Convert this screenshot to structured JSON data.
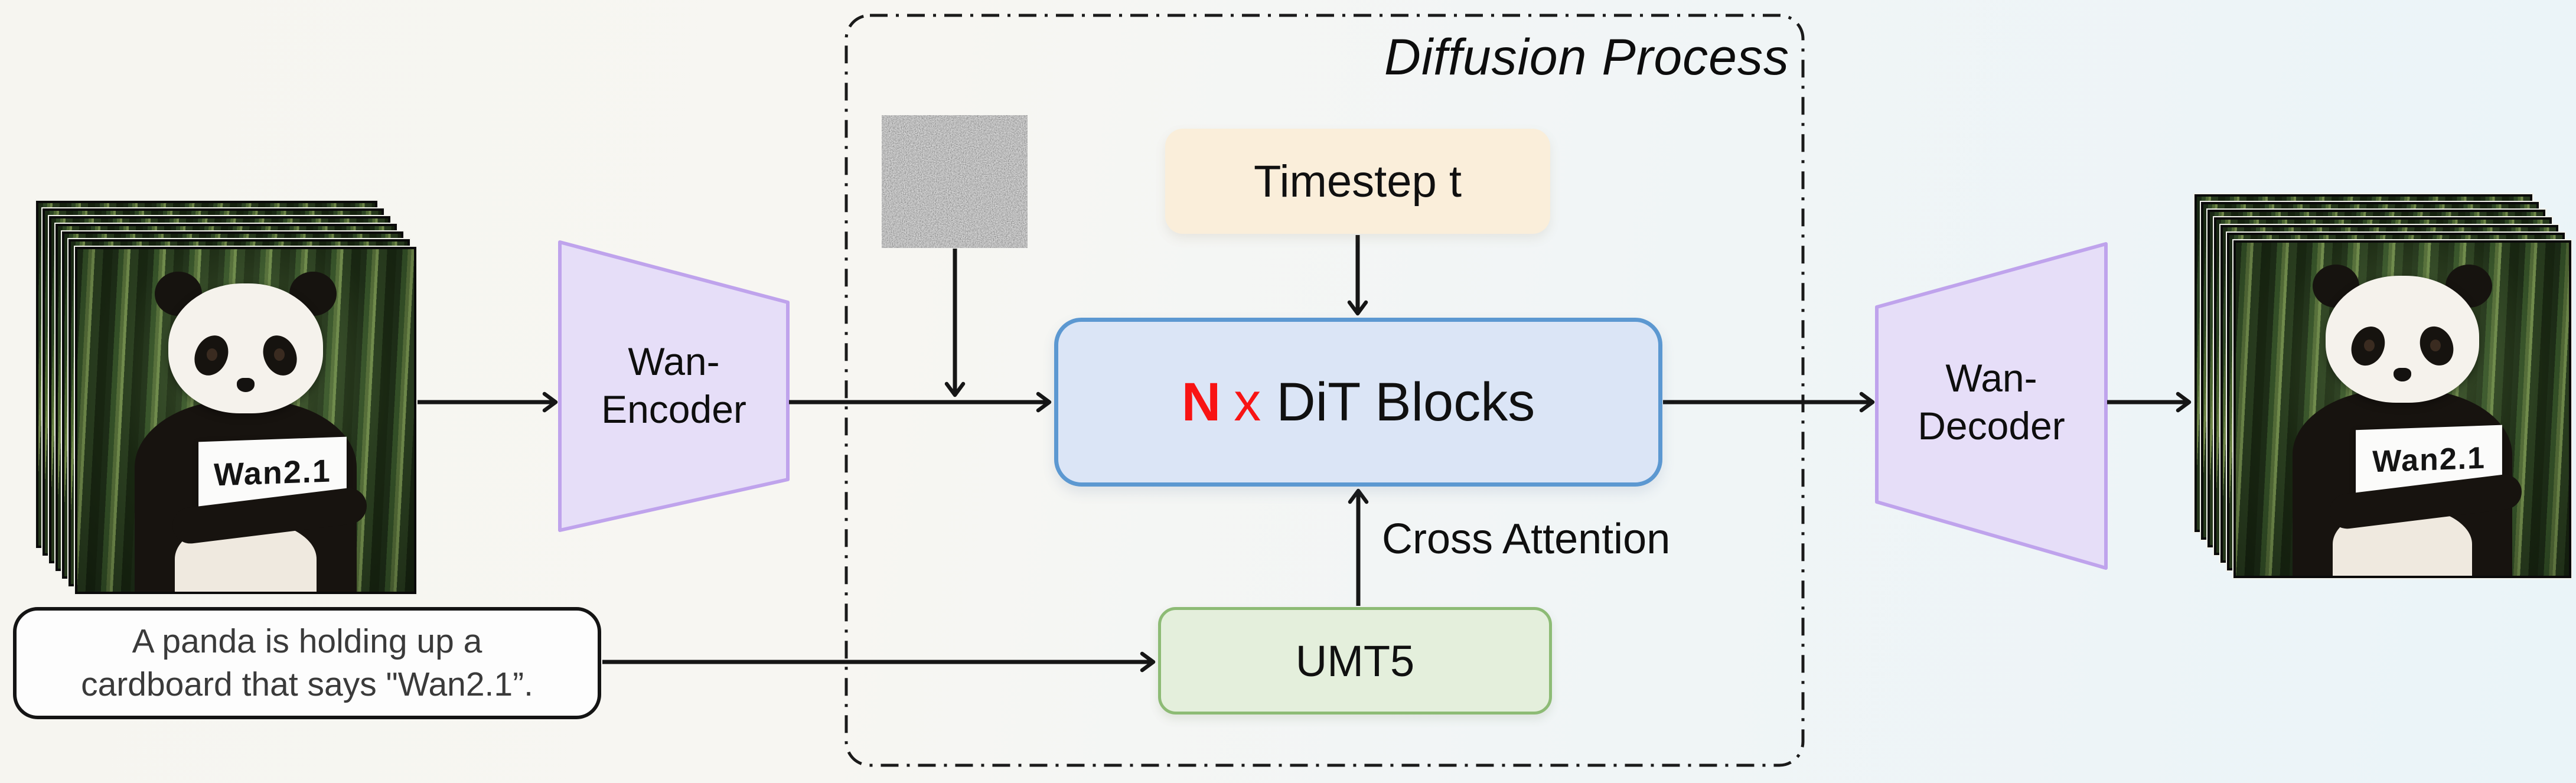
{
  "diagram_title": "Diffusion Process",
  "boxes": {
    "encoder": {
      "line1": "Wan-",
      "line2": "Encoder"
    },
    "decoder": {
      "line1": "Wan-",
      "line2": "Decoder"
    },
    "dit_blocks": {
      "n": "N",
      "times": "x",
      "label": "DiT Blocks"
    },
    "timestep": {
      "label": "Timestep t"
    },
    "umt5": {
      "label": "UMT5"
    }
  },
  "labels": {
    "cross_attention": "Cross Attention"
  },
  "prompt": {
    "line1": "A panda is holding up a",
    "line2": "cardboard that says \"Wan2.1”."
  },
  "panda_sign": "Wan2.1",
  "colors": {
    "background_left": "#f6f5f0",
    "background_right": "#eaf4f8",
    "dit_fill": "#dbe5f6",
    "dit_border": "#5c98d1",
    "dit_n_red": "#f81414",
    "timestep_fill": "#faeeda",
    "umt5_fill": "#e4efdc",
    "umt5_border": "#8dbb75",
    "vae_fill": "#e6def8",
    "vae_border": "#bfa3ec",
    "arrow_color": "#161616",
    "prompt_text_color": "#3a3a3a"
  }
}
